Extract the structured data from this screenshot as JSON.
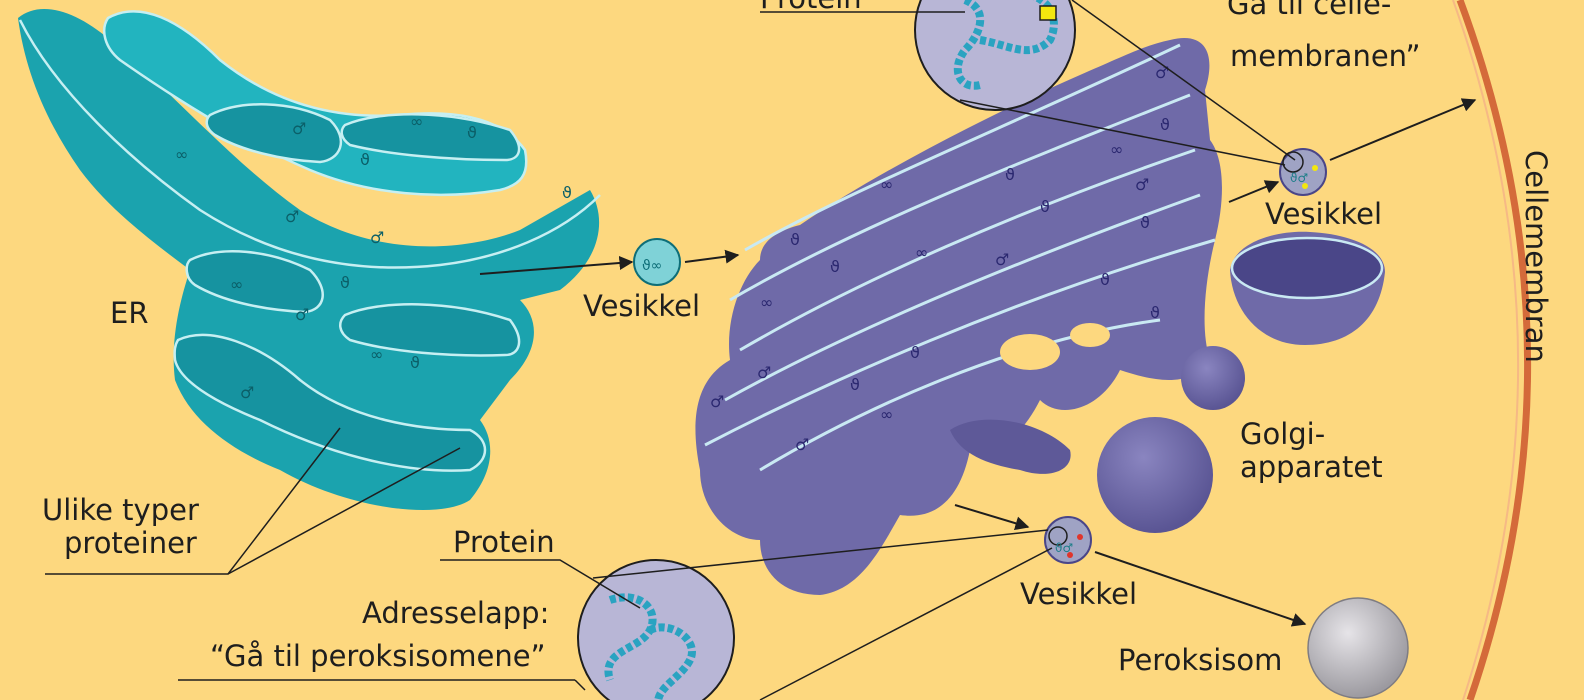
{
  "labels": {
    "er": "ER",
    "vesicle_er": "Vesikkel",
    "vesicle_top": "Vesikkel",
    "vesicle_bottom": "Vesikkel",
    "golgi_line1": "Golgi-",
    "golgi_line2": "apparatet",
    "peroxisome": "Peroksisom",
    "cell_membrane": "Cellemembran",
    "proteins_line1": "Ulike typer",
    "proteins_line2": "proteiner",
    "protein_bottom": "Protein",
    "protein_top": "Protein",
    "tag_bottom_line1": "Adresselapp:",
    "tag_bottom_line2": "“Gå til peroksisomene”",
    "tag_top_line1": "“Gå til celle-",
    "tag_top_line2": "membranen”"
  },
  "colors": {
    "background": "#fdd87f",
    "er": "#1ba3ae",
    "golgi": "#6f6aa8",
    "membrane": "#d46a3a",
    "vesicle": "#9fa3c4",
    "peroxisome": "#c2c0c4",
    "tag_yellow": "#f3e70e",
    "tag_red": "#e0352b"
  }
}
